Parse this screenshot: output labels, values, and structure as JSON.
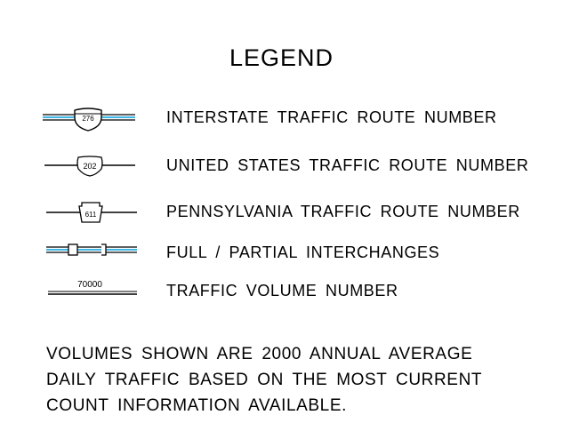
{
  "title": "LEGEND",
  "items": [
    {
      "symbol": "interstate-shield",
      "shield_text": "276",
      "label": "INTERSTATE TRAFFIC ROUTE NUMBER"
    },
    {
      "symbol": "us-shield",
      "shield_text": "202",
      "label": "UNITED STATES TRAFFIC ROUTE NUMBER"
    },
    {
      "symbol": "keystone-shield",
      "shield_text": "611",
      "label": "PENNSYLVANIA TRAFFIC ROUTE NUMBER"
    },
    {
      "symbol": "interchange-markers",
      "label": "FULL / PARTIAL INTERCHANGES"
    },
    {
      "symbol": "volume-line",
      "volume_text": "70000",
      "label": "TRAFFIC VOLUME NUMBER"
    }
  ],
  "note_lines": [
    "VOLUMES SHOWN ARE 2000 ANNUAL AVERAGE",
    "DAILY TRAFFIC BASED ON THE MOST CURRENT",
    "COUNT INFORMATION AVAILABLE."
  ],
  "colors": {
    "highway_cyan": "#3fb7e6",
    "ink": "#000000"
  }
}
